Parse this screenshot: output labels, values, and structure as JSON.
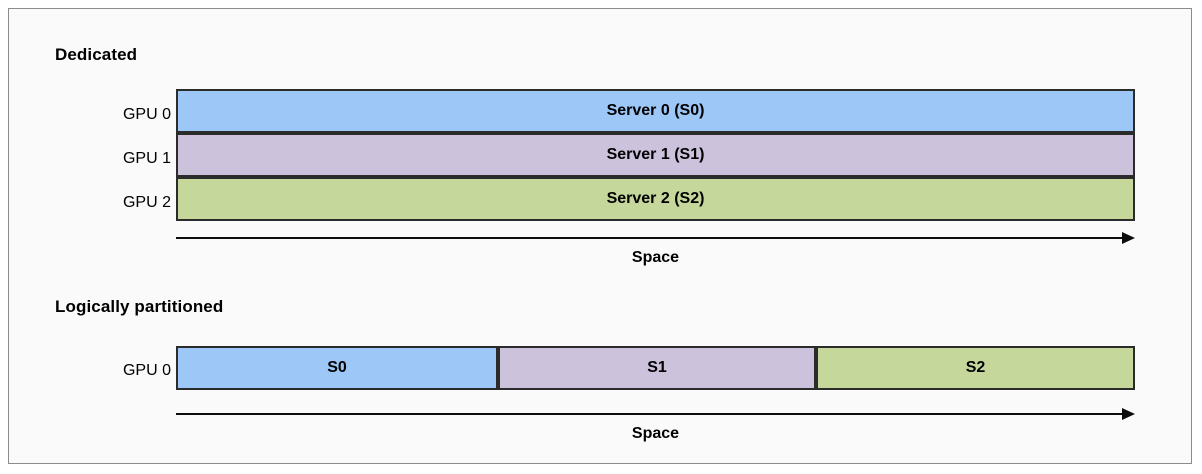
{
  "figure": {
    "background": "#fafafa",
    "border_color": "#8c8c8c"
  },
  "palette": {
    "blue": "#9cc7f7",
    "purple": "#ccc2dc",
    "green": "#c5d79b",
    "outline": "#2b2b2b",
    "arrow": "#0d0d0d"
  },
  "sections": [
    {
      "title": "Dedicated",
      "rows": [
        {
          "row_label": "GPU 0",
          "bar_label": "Server 0 (S0)",
          "color": "#9cc7f7"
        },
        {
          "row_label": "GPU 1",
          "bar_label": "Server 1 (S1)",
          "color": "#ccc2dc"
        },
        {
          "row_label": "GPU 2",
          "bar_label": "Server 2 (S2)",
          "color": "#c5d79b"
        }
      ],
      "axis_caption": "Space"
    },
    {
      "title": "Logically partitioned",
      "rows": [
        {
          "row_label": "GPU 0"
        }
      ],
      "segments": [
        {
          "label": "S0",
          "color": "#9cc7f7"
        },
        {
          "label": "S1",
          "color": "#ccc2dc"
        },
        {
          "label": "S2",
          "color": "#c5d79b"
        }
      ],
      "axis_caption": "Space"
    }
  ]
}
